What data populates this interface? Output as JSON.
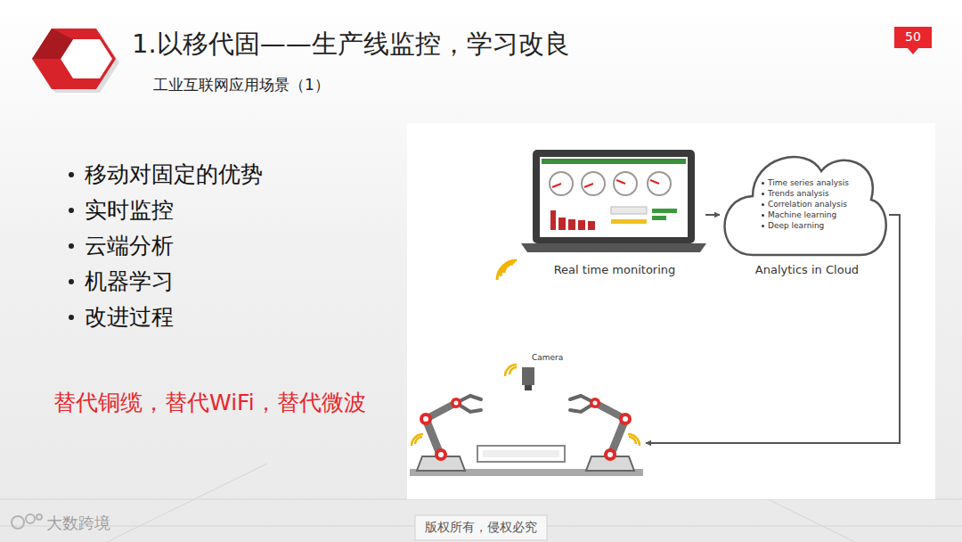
{
  "diagram": {
    "title": "1.以移代固——生产线监控，学习改良",
    "nodes": [
      {
        "text": [
          "Real time monitoring"
        ]
      },
      {
        "text": [
          "Time series analysis",
          "Trends analysis",
          "Correlation analysis",
          "Machine learning",
          "Deep learning",
          "Analytics in Cloud"
        ]
      },
      {
        "text": [
          "Camera"
        ]
      }
    ],
    "edges": [
      {
        "from": 0,
        "to": 1,
        "arrow": "to"
      },
      {
        "from": 1,
        "to": 2,
        "arrow": "to"
      }
    ],
    "labels": [
      "工业互联网应用场景（1）",
      "移动对固定的优势",
      "实时监控",
      "云端分析",
      "机器学习",
      "改进过程",
      "替代铜缆，替代WiFi，替代微波",
      "50",
      "版权所有，侵权必究",
      "大数跨境"
    ]
  }
}
